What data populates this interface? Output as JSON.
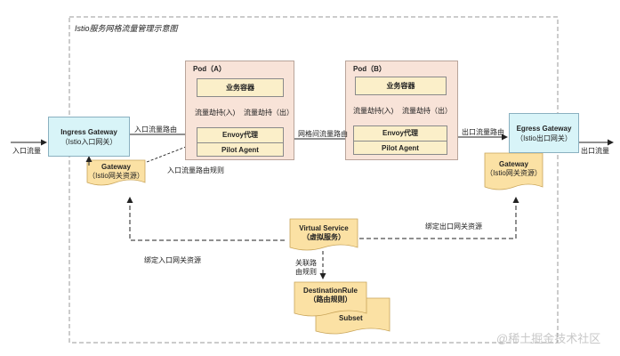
{
  "diagram": {
    "title": "Istio服务网格流量管理示意图",
    "ingress_in": "入口流量",
    "egress_out": "出口流量",
    "ingress_gateway": {
      "line1": "Ingress Gateway",
      "line2": "（Istio入口网关）"
    },
    "egress_gateway": {
      "line1": "Egress Gateway",
      "line2": "（Istio出口网关）"
    },
    "ingress_resource": {
      "line1": "Gateway",
      "line2": "（Istio网关资源）"
    },
    "egress_resource": {
      "line1": "Gateway",
      "line2": "（Istio网关资源）"
    },
    "pod_a": {
      "title": "Pod（A）",
      "container": "业务容器",
      "hijack_in": "流量劫持(入)",
      "hijack_out": "流量劫持（出）",
      "envoy": "Envoy代理",
      "pilot": "Pilot Agent"
    },
    "pod_b": {
      "title": "Pod（B）",
      "container": "业务容器",
      "hijack_in": "流量劫持(入)",
      "hijack_out": "流量劫持（出）",
      "envoy": "Envoy代理",
      "pilot": "Pilot Agent"
    },
    "edge_ingress_traffic": "入口流量路由",
    "edge_mesh_traffic": "网格间流量路由",
    "edge_egress_traffic": "出口流量路由",
    "edge_ingress_rule": "入口流量路由规则",
    "edge_bind_ingress": "绑定入口网关资源",
    "edge_bind_egress": "绑定出口网关资源",
    "edge_relate_line1": "关联路",
    "edge_relate_line2": "由规则",
    "virtual_service": {
      "line1": "Virtual Service",
      "line2": "（虚拟服务）"
    },
    "destination_rule": {
      "line1": "DestinationRule",
      "line2": "（路由规则）"
    },
    "subset": "Subset",
    "watermark": "@稀土掘金技术社区"
  },
  "colors": {
    "pod_fill": "#f8e3d8",
    "inner_fill": "#fbefc9",
    "gateway_fill": "#d8f4f8",
    "resource_fill": "#fbe1a4",
    "frame_stroke": "#9a9a9a"
  }
}
